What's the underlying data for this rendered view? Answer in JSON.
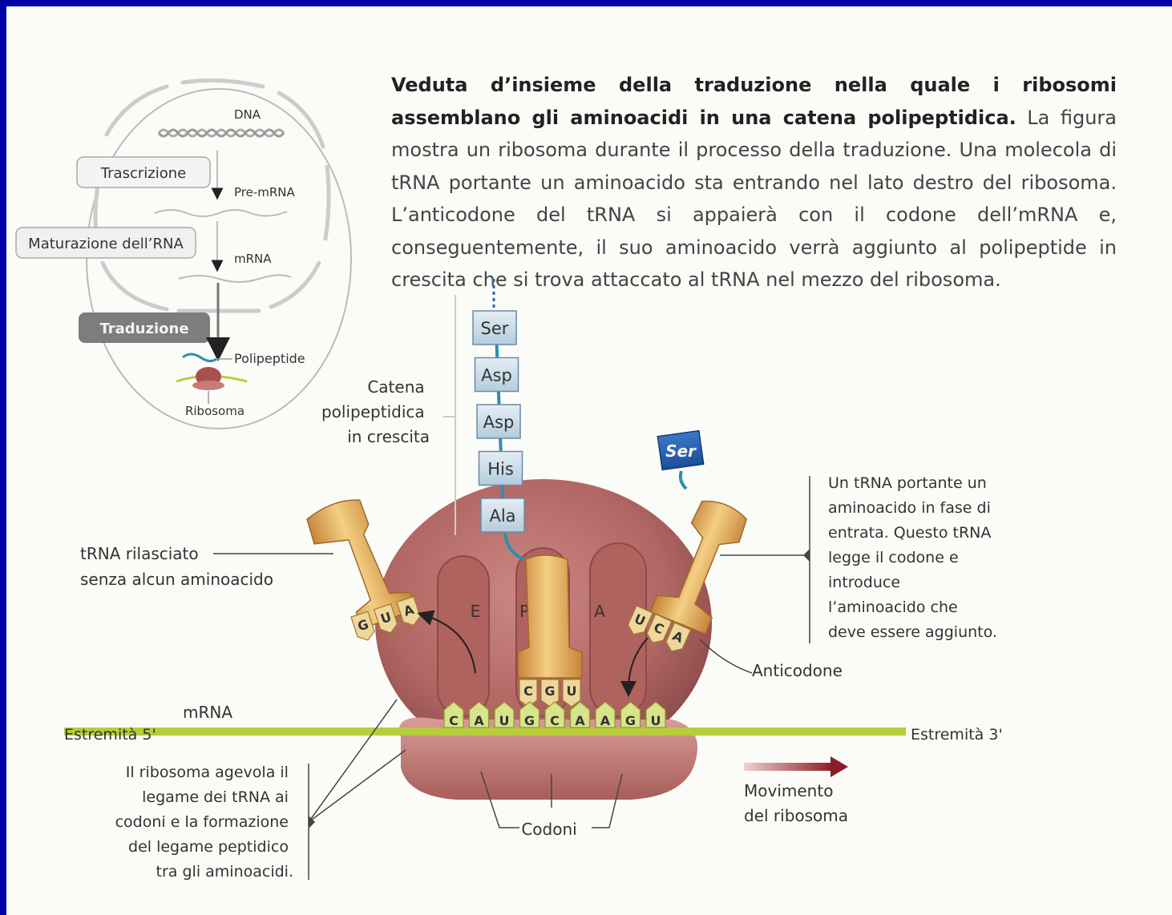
{
  "caption": {
    "title": "Veduta d’insieme della traduzione nella quale i ribosomi assemblano gli aminoacidi in una catena polipeptidica.",
    "body": "La figura mostra un ribosoma durante il processo della traduzione. Una molecola di tRNA portante un aminoacido sta entrando nel lato destro del ribosoma. L’anticodone del tRNA si appaierà con il codone dell’mRNA e, conseguentemente, il suo aminoacido verrà aggiunto al polipeptide in crescita che si trova attaccato al tRNA nel mezzo del ribosoma."
  },
  "overview": {
    "dna": "DNA",
    "transcription": "Trascrizione",
    "pre_mrna": "Pre-mRNA",
    "processing": "Maturazione dell’RNA",
    "mrna": "mRNA",
    "translation": "Traduzione",
    "polypeptide": "Polipeptide",
    "ribosome": "Ribosoma"
  },
  "chain": {
    "label": [
      "Catena",
      "polipeptidica",
      "in crescita"
    ],
    "amino_acids": [
      "Ser",
      "Asp",
      "Asp",
      "His",
      "Ala"
    ]
  },
  "incoming_aa": "Ser",
  "sites": [
    "E",
    "P",
    "A"
  ],
  "released_trna": {
    "label": [
      "tRNA rilasciato",
      "senza alcun aminoacido"
    ],
    "anticodon": [
      "G",
      "U",
      "A"
    ]
  },
  "p_trna_anticodon": [
    "C",
    "G",
    "U"
  ],
  "a_trna_anticodon": [
    "U",
    "C",
    "A"
  ],
  "incoming_trna_note": [
    "Un tRNA portante un",
    "aminoacido in fase di",
    "entrata. Questo tRNA",
    "legge il codone e",
    "introduce",
    "l’aminoacido che",
    "deve essere aggiunto."
  ],
  "anticodon_label": "Anticodone",
  "mrna": {
    "label": "mRNA",
    "end5": "Estremità 5'",
    "end3": "Estremità 3'",
    "bases": [
      "C",
      "A",
      "U",
      "G",
      "C",
      "A",
      "A",
      "G",
      "U"
    ]
  },
  "ribosome_note": [
    "Il ribosoma agevola il",
    "legame dei tRNA ai",
    "codoni e la formazione",
    "del legame peptidico",
    "tra gli aminoacidi."
  ],
  "codons_label": "Codoni",
  "movement_label": [
    "Movimento",
    "del ribosoma"
  ],
  "colors": {
    "background": "#0000a8",
    "ribosome": "#b86e6a",
    "trna": "#e8b55a",
    "mrna": "#b8cc3c",
    "amino_acid": "#c8dce8",
    "arrow": "#8a1e26"
  }
}
